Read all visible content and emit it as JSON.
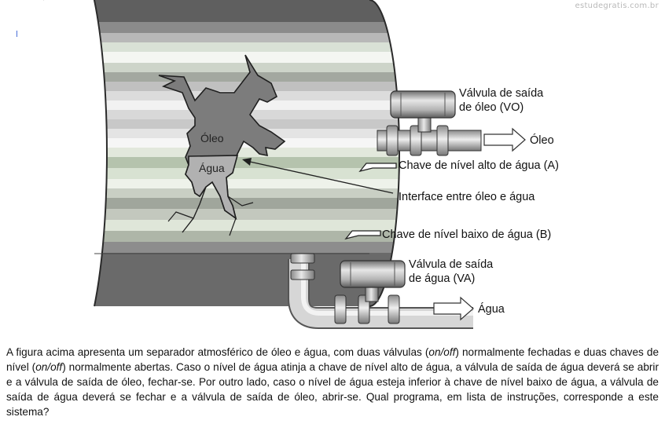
{
  "watermark": "estudegratis.com.br",
  "labels": {
    "valve_oil_line1": "Válvula de saída",
    "valve_oil_line2": "de óleo (VO)",
    "oil_out": "Óleo",
    "high_level_switch": "Chave de nível alto de água (A)",
    "interface": "Interface entre óleo e água",
    "low_level_switch": "Chave de nível baixo de água (B)",
    "valve_water_line1": "Válvula de saída",
    "valve_water_line2": "de água (VA)",
    "water_out": "Água",
    "tank_oil": "Óleo",
    "tank_water": "Água"
  },
  "text": {
    "p1": "A figura acima apresenta um separador atmosférico de óleo e água, com duas válvulas (",
    "p1_em1": "on/off",
    "p2": ") normalmente fechadas e duas chaves de nível (",
    "p2_em2": "on/off",
    "p3": ") normalmente abertas. Caso o nível de água atinja a chave de nível alto de água, a válvula de saída de água deverá se abrir e a válvula de saída de óleo, fechar-se. Por outro lado, caso o nível de água esteja inferior à chave de nível baixo de água, a válvula de saída de água deverá se fechar e a válvula de saída de óleo, abrir-se. Qual programa, em lista de instruções, corresponde a este sistema?"
  }
}
